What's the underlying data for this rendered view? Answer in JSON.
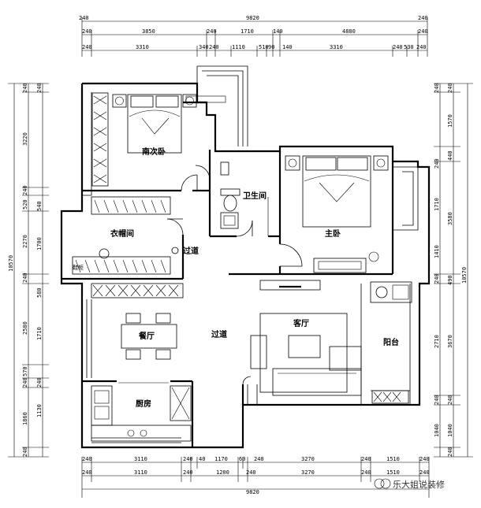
{
  "rooms": {
    "south_second_bedroom": "南次卧",
    "bathroom": "卫生间",
    "master_bedroom": "主卧",
    "cloakroom": "衣帽间",
    "corridor_upper": "过道",
    "living_room": "客厅",
    "dining_room": "餐厅",
    "corridor_lower": "过道",
    "balcony": "阳台",
    "kitchen": "厨房",
    "cabinet": "鞋柜"
  },
  "dims": {
    "top_total": "9820",
    "top_row2": [
      "240",
      "3850",
      "240",
      "1710",
      "140",
      "4880",
      "240"
    ],
    "top_row3": [
      "240",
      "3310",
      "340",
      "240",
      "1110",
      "510",
      "90",
      "140",
      "3310",
      "240",
      "530",
      "240"
    ],
    "top_row1_ends": [
      "240",
      "240"
    ],
    "bottom_row1": [
      "240",
      "3110",
      "240",
      "40",
      "1170",
      "60",
      "240",
      "3270",
      "240",
      "1510",
      "240"
    ],
    "bottom_row2": [
      "240",
      "3110",
      "240",
      "1200",
      "240",
      "3270",
      "240",
      "1510",
      "240"
    ],
    "bottom_total": "9820",
    "left_outer_total": "10570",
    "left_row2": [
      "240",
      "3220",
      "240",
      "520",
      "2270",
      "240",
      "2580",
      "570",
      "240",
      "1860",
      "240"
    ],
    "left_row3": [
      "240",
      "540",
      "1700",
      "580",
      "1710",
      "240",
      "1130"
    ],
    "right_outer_total": "10570",
    "right_row2": [
      "240",
      "1570",
      "440",
      "3580",
      "490",
      "3670",
      "240",
      "1040",
      "240"
    ],
    "right_row3": [
      "240",
      "240",
      "1710",
      "1410",
      "240",
      "2710",
      "240",
      "1040"
    ]
  },
  "watermark": "乐大姐说装修"
}
